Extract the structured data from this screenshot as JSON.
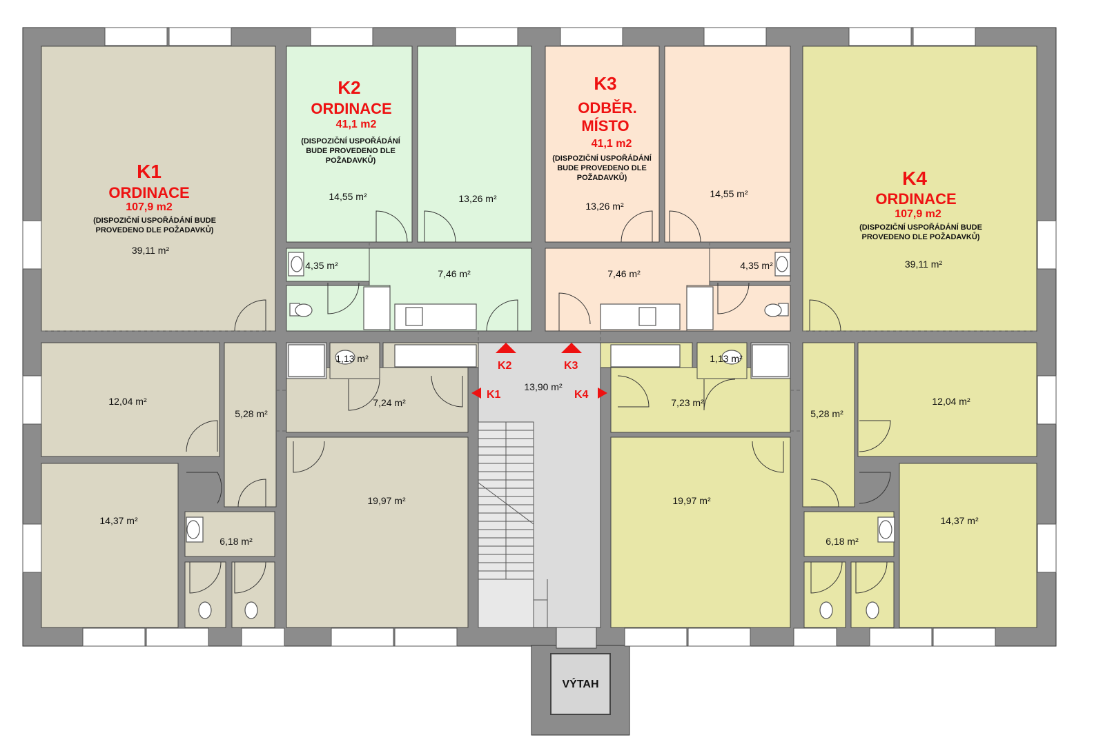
{
  "colors": {
    "wall": "#8c8c8c",
    "k1": "#dbd7c4",
    "k2": "#dff6de",
    "k3": "#fde6d2",
    "k4": "#e8e7a8",
    "common": "#dcdcdc",
    "label_red": "#ee1111",
    "text": "#111111"
  },
  "units": [
    {
      "id": "k1",
      "code": "K1",
      "use_lines": [
        "ORDINACE"
      ],
      "area": "107,9 m2",
      "note_lines": [
        "(DISPOZIČNÍ USPOŘÁDÁNÍ BUDE",
        "PROVEDENO DLE POŽADAVKŮ)"
      ]
    },
    {
      "id": "k2",
      "code": "K2",
      "use_lines": [
        "ORDINACE"
      ],
      "area": "41,1 m2",
      "note_lines": [
        "(DISPOZIČNÍ USPOŘÁDÁNÍ",
        "BUDE PROVEDENO DLE",
        "POŽADAVKŮ)"
      ]
    },
    {
      "id": "k3",
      "code": "K3",
      "use_lines": [
        "ODBĚR.",
        "MÍSTO"
      ],
      "area": "41,1 m2",
      "note_lines": [
        "(DISPOZIČNÍ USPOŘÁDÁNÍ",
        "BUDE PROVEDENO DLE",
        "POŽADAVKŮ)"
      ]
    },
    {
      "id": "k4",
      "code": "K4",
      "use_lines": [
        "ORDINACE"
      ],
      "area": "107,9 m2",
      "note_lines": [
        "(DISPOZIČNÍ USPOŘÁDÁNÍ BUDE",
        "PROVEDENO DLE POŽADAVKŮ)"
      ]
    }
  ],
  "room_areas": [
    {
      "id": "k1-main",
      "text": "39,11 m²"
    },
    {
      "id": "k1-room-a",
      "text": "12,04 m²"
    },
    {
      "id": "k1-room-b",
      "text": "14,37 m²"
    },
    {
      "id": "k1-corridor",
      "text": "5,28 m²"
    },
    {
      "id": "k1-wc",
      "text": "6,18 m²"
    },
    {
      "id": "k1-hall",
      "text": "7,24 m²"
    },
    {
      "id": "k1-wash",
      "text": "1,13 m²"
    },
    {
      "id": "k1-big",
      "text": "19,97 m²"
    },
    {
      "id": "k2-room-a",
      "text": "14,55 m²"
    },
    {
      "id": "k2-room-b",
      "text": "13,26 m²"
    },
    {
      "id": "k2-bath",
      "text": "4,35 m²"
    },
    {
      "id": "k2-hall",
      "text": "7,46 m²"
    },
    {
      "id": "k3-room-a",
      "text": "13,26 m²"
    },
    {
      "id": "k3-room-b",
      "text": "14,55 m²"
    },
    {
      "id": "k3-hall",
      "text": "7,46 m²"
    },
    {
      "id": "k3-bath",
      "text": "4,35 m²"
    },
    {
      "id": "k4-main",
      "text": "39,11 m²"
    },
    {
      "id": "k4-room-a",
      "text": "12,04 m²"
    },
    {
      "id": "k4-room-b",
      "text": "14,37 m²"
    },
    {
      "id": "k4-corridor",
      "text": "5,28 m²"
    },
    {
      "id": "k4-wc",
      "text": "6,18 m²"
    },
    {
      "id": "k4-hall",
      "text": "7,23 m²"
    },
    {
      "id": "k4-wash",
      "text": "1,13 m²"
    },
    {
      "id": "k4-big",
      "text": "19,97 m²"
    },
    {
      "id": "lobby",
      "text": "13,90 m²"
    }
  ],
  "entrances": [
    {
      "id": "k1",
      "text": "K1"
    },
    {
      "id": "k2",
      "text": "K2"
    },
    {
      "id": "k3",
      "text": "K3"
    },
    {
      "id": "k4",
      "text": "K4"
    }
  ],
  "elevator": {
    "label": "VÝTAH"
  }
}
